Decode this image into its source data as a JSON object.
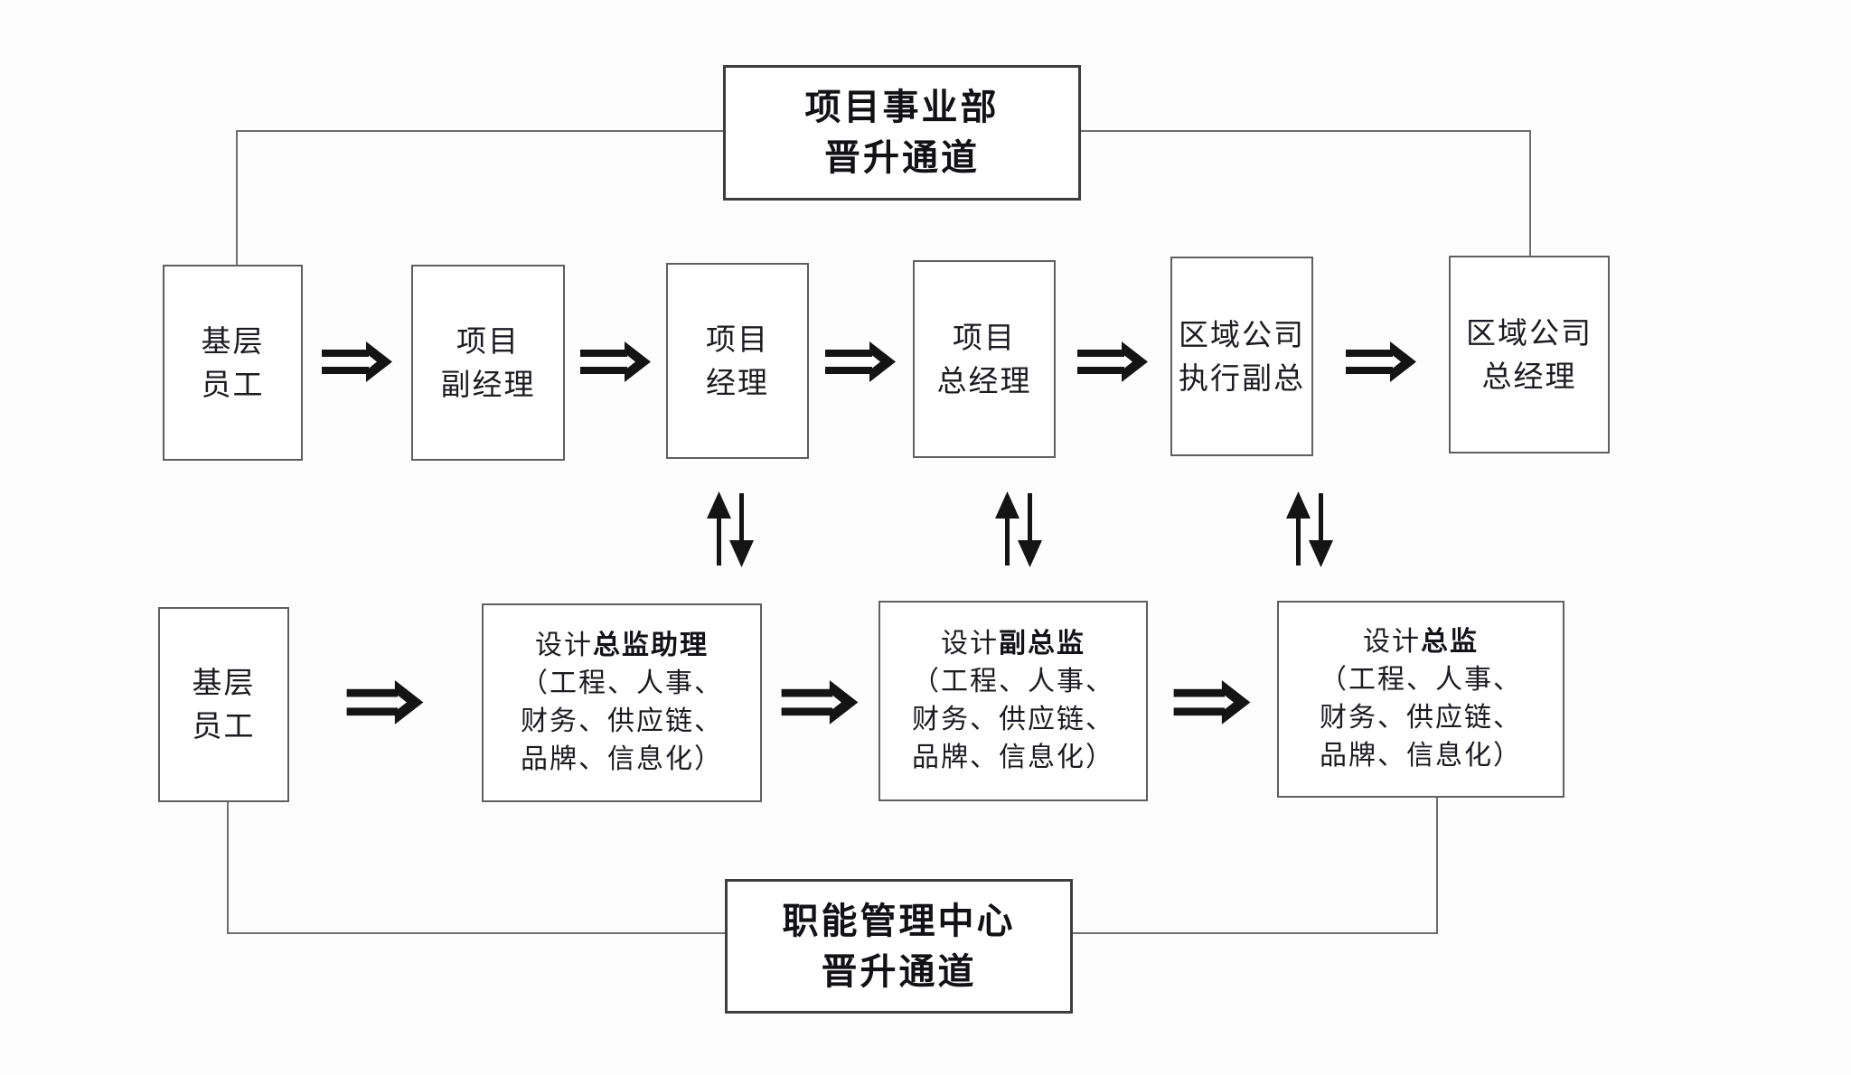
{
  "colors": {
    "background": "#fdfdfd",
    "ink": "#1b1b22",
    "channel_border": "#3e3e3e",
    "role_border": "#5f5f5f",
    "connector": "#6e6e6e",
    "arrow": "#141414"
  },
  "icons": {
    "promote": "double-right-arrow-icon",
    "transfer": "up-down-arrow-pair-icon"
  },
  "top_channel": {
    "line1": "项目事业部",
    "line2": "晋升通道"
  },
  "bottom_channel": {
    "line1": "职能管理中心",
    "line2": "晋升通道"
  },
  "project_track": {
    "staff": {
      "line1": "基层",
      "line2": "员工"
    },
    "deputy_pm": {
      "line1": "项目",
      "line2": "副经理"
    },
    "pm": {
      "line1": "项目",
      "line2": "经理"
    },
    "project_gm": {
      "line1": "项目",
      "line2": "总经理"
    },
    "regional_evp": {
      "line1": "区域公司",
      "line2": "执行副总"
    },
    "regional_gm": {
      "line1": "区域公司",
      "line2": "总经理"
    }
  },
  "functional_track": {
    "staff": {
      "line1": "基层",
      "line2": "员工"
    },
    "director_assistant": {
      "prefix": "设计",
      "bold": "总监助理",
      "detail1": "（工程、人事、",
      "detail2": "财务、供应链、",
      "detail3": "品牌、信息化）"
    },
    "deputy_director": {
      "prefix": "设计",
      "bold": "副总监",
      "detail1": "（工程、人事、",
      "detail2": "财务、供应链、",
      "detail3": "品牌、信息化）"
    },
    "director": {
      "prefix": "设计",
      "bold": "总监",
      "detail1": "（工程、人事、",
      "detail2": "财务、供应链、",
      "detail3": "品牌、信息化）"
    }
  }
}
